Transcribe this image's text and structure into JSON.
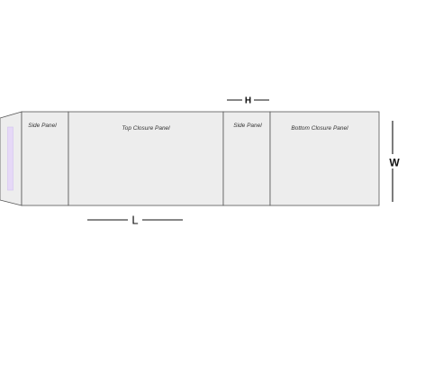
{
  "panels": [
    {
      "id": "side-panel-left",
      "label": "Side Panel"
    },
    {
      "id": "top-closure-panel",
      "label": "Top Closure Panel"
    },
    {
      "id": "side-panel-right",
      "label": "Side Panel"
    },
    {
      "id": "bottom-closure-panel",
      "label": "Bottom Closure Panel"
    }
  ],
  "dimensions": {
    "height_label": "H",
    "length_label": "L",
    "width_label": "W"
  },
  "colors": {
    "panel_fill": "#ededed",
    "panel_stroke": "#555555",
    "glue_strip": "#e6d9f7",
    "glue_strip_stroke": "#d3c2f0"
  }
}
